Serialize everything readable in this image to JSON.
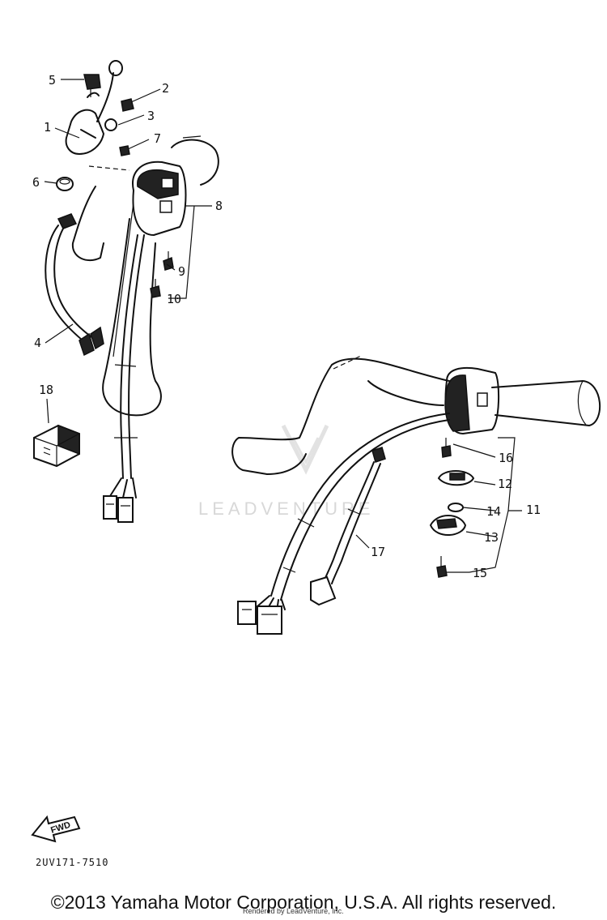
{
  "callouts": {
    "c1": "1",
    "c2": "2",
    "c3": "3",
    "c4": "4",
    "c5": "5",
    "c6": "6",
    "c7": "7",
    "c8": "8",
    "c9": "9",
    "c10": "10",
    "c11": "11",
    "c12": "12",
    "c13": "13",
    "c14": "14",
    "c15": "15",
    "c16": "16",
    "c17": "17",
    "c18": "18"
  },
  "watermark": "LEADVENTURE",
  "forward_arrow_label": "FWD",
  "drawing_code": "2UV171-7510",
  "copyright": "©2013 Yamaha Motor Corporation, U.S.A. All rights reserved.",
  "rendered_by": "Rendered by LeadVenture, Inc."
}
